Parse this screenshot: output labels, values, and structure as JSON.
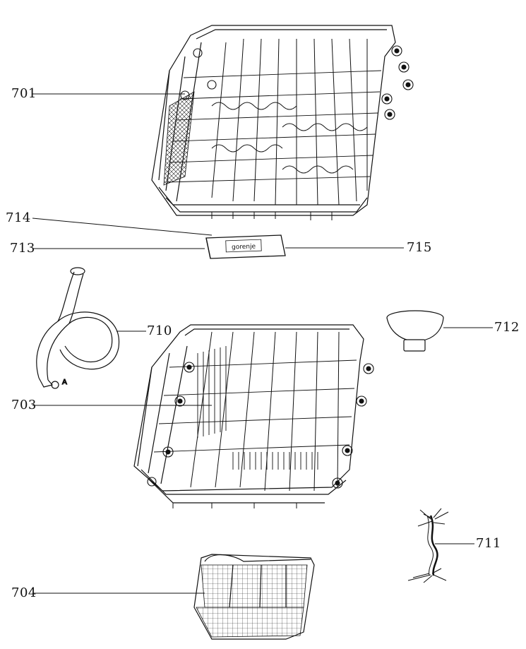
{
  "labels": {
    "p701": "701",
    "p714": "714",
    "p713": "713",
    "p715": "715",
    "p710": "710",
    "p712": "712",
    "p703": "703",
    "p711": "711",
    "p704": "704",
    "hose_end_marker": "A"
  },
  "badge": {
    "brand_text": "gorenje"
  },
  "colors": {
    "ink": "#111111",
    "paper": "#ffffff"
  }
}
